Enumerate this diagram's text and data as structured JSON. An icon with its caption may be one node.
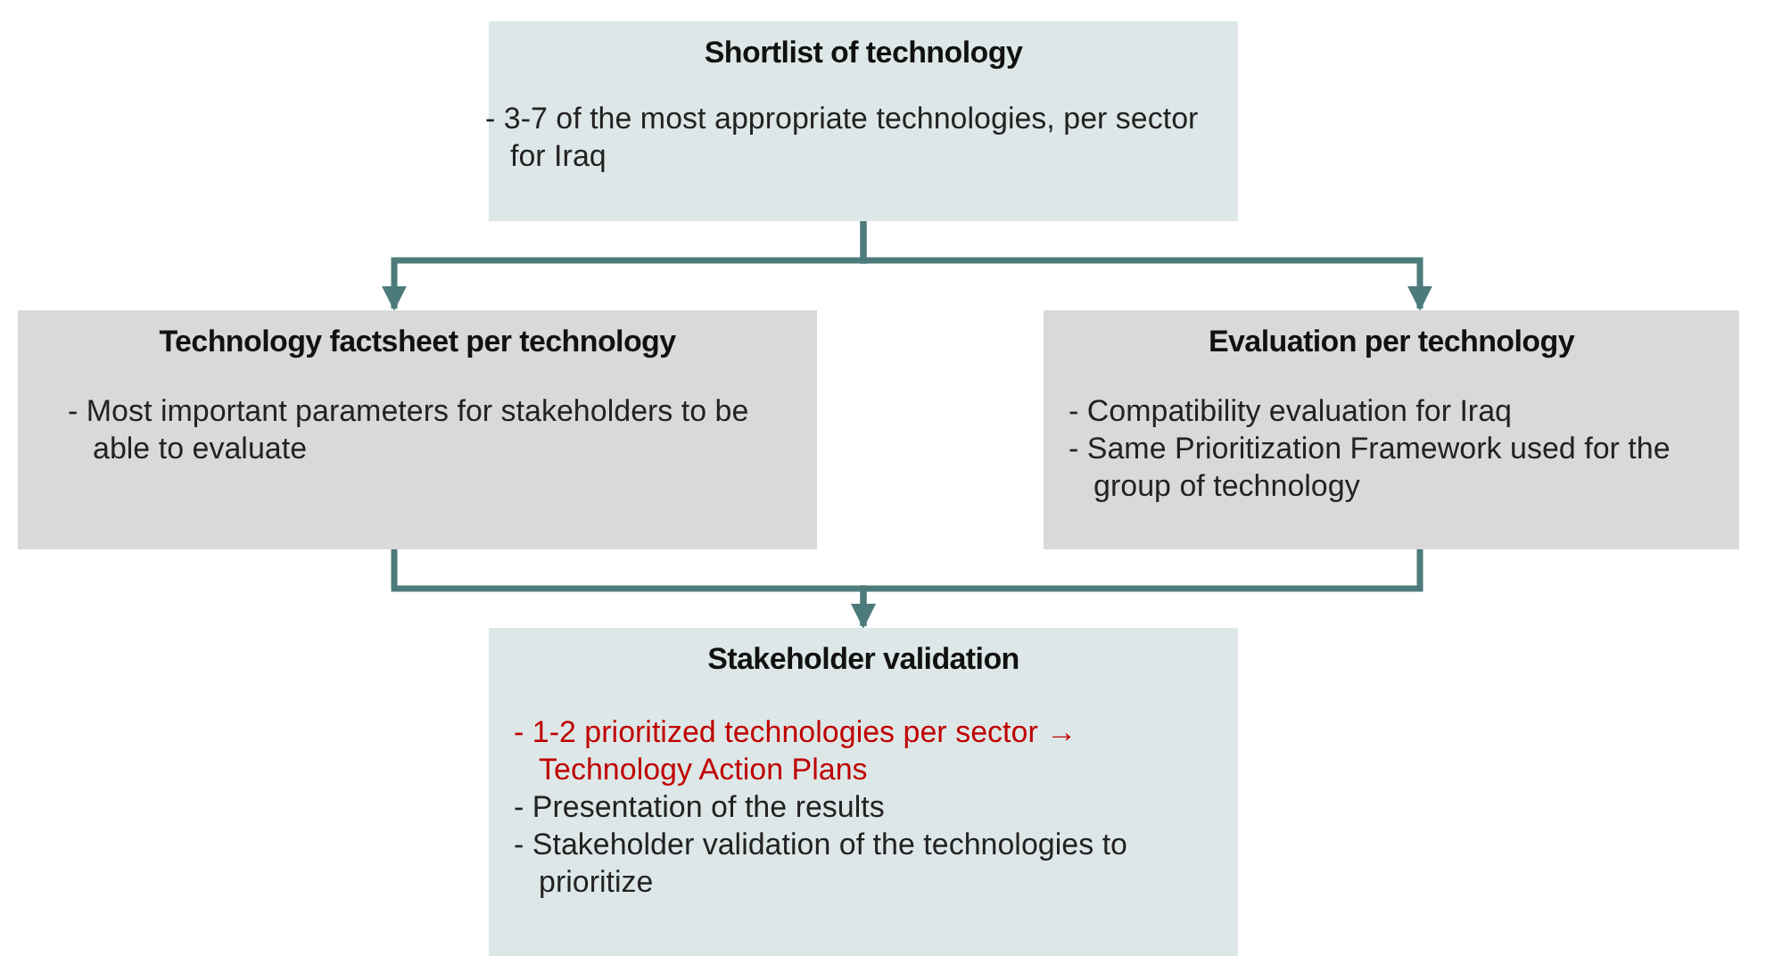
{
  "diagram": {
    "nodes": [
      {
        "text": [
          "Shortlist of technology",
          "- 3-7 of the most appropriate technologies, per sector for Iraq"
        ]
      },
      {
        "text": [
          "Technology factsheet per technology",
          "- Most important parameters for stakeholders to be able to evaluate"
        ]
      },
      {
        "text": [
          "Evaluation per technology",
          "- Compatibility evaluation for Iraq",
          "- Same Prioritization Framework used for the group of technology"
        ]
      },
      {
        "text": [
          "Stakeholder validation",
          "- 1-2 prioritized technologies per sector → Technology Action Plans",
          "- Presentation of the results",
          "- Stakeholder validation of the technologies to prioritize"
        ]
      }
    ],
    "edges": [
      {
        "from": 0,
        "to": 1,
        "arrow": "to"
      },
      {
        "from": 0,
        "to": 2,
        "arrow": "to"
      },
      {
        "from": 1,
        "to": 3,
        "arrow": "to"
      },
      {
        "from": 2,
        "to": 3,
        "arrow": "to"
      }
    ]
  }
}
